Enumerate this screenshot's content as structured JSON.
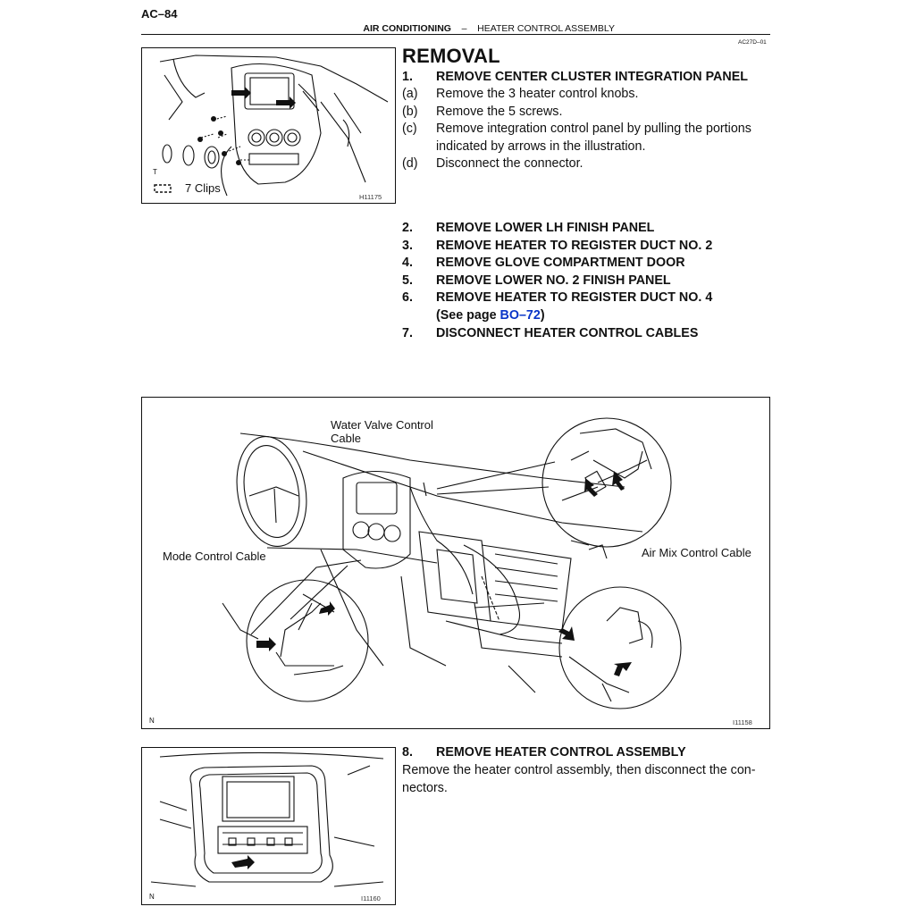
{
  "page": {
    "number": "AC–84",
    "section": "AIR CONDITIONING",
    "separator": "–",
    "subsection": "HEATER CONTROL ASSEMBLY"
  },
  "removal": {
    "title": "REMOVAL",
    "ref_code": "AC27D–01"
  },
  "figure1": {
    "id": "H11175",
    "corner": "T",
    "legend_text": "7 Clips"
  },
  "step1": {
    "num": "1.",
    "title": "REMOVE CENTER CLUSTER INTEGRATION PANEL",
    "subs": [
      {
        "label": "(a)",
        "text": "Remove the 3 heater control knobs."
      },
      {
        "label": "(b)",
        "text": "Remove the 5 screws."
      },
      {
        "label": "(c)",
        "text": "Remove integration control panel by pulling the portions"
      },
      {
        "label": "",
        "text": "indicated by arrows in the illustration."
      },
      {
        "label": "(d)",
        "text": "Disconnect the connector."
      }
    ]
  },
  "steps_mid": [
    {
      "num": "2.",
      "text": "REMOVE LOWER LH FINISH PANEL"
    },
    {
      "num": "3.",
      "text": "REMOVE HEATER TO REGISTER DUCT NO. 2"
    },
    {
      "num": "4.",
      "text": "REMOVE GLOVE COMPARTMENT DOOR"
    },
    {
      "num": "5.",
      "text": "REMOVE LOWER NO. 2 FINISH PANEL"
    },
    {
      "num": "6.",
      "text": "REMOVE HEATER TO REGISTER DUCT NO. 4"
    }
  ],
  "step6_ref": {
    "prefix": "(See page ",
    "link": "BO–72",
    "suffix": ")"
  },
  "step7": {
    "num": "7.",
    "text": "DISCONNECT HEATER CONTROL CABLES"
  },
  "figure2": {
    "id": "I11158",
    "corner": "N",
    "label_water_1": "Water Valve Control",
    "label_water_2": "Cable",
    "label_mode": "Mode Control Cable",
    "label_airmix": "Air Mix Control Cable"
  },
  "step8": {
    "num": "8.",
    "title": "REMOVE HEATER CONTROL ASSEMBLY",
    "line1": "Remove the heater control assembly, then disconnect the con-",
    "line2": "nectors."
  },
  "figure3": {
    "id": "I11160",
    "corner": "N"
  }
}
